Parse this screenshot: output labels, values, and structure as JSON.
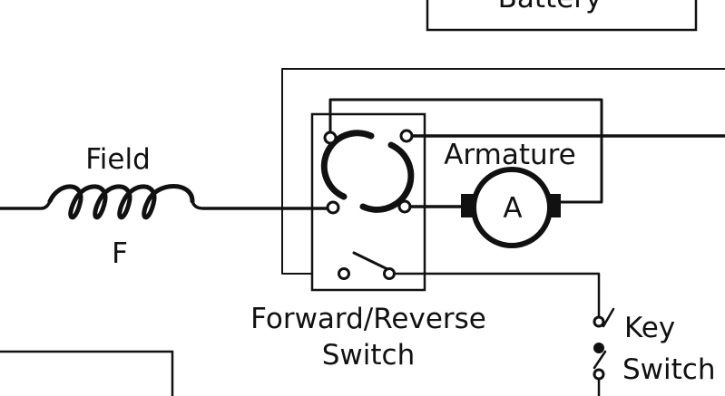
{
  "labels": {
    "battery": "Battery",
    "field": "Field",
    "field_symbol": "F",
    "armature": "Armature",
    "armature_symbol": "A",
    "switch_line1": "Forward/Reverse",
    "switch_line2": "Switch",
    "key_line1": "Key",
    "key_line2": "Switch"
  },
  "colors": {
    "ink": "#111111",
    "paper": "#ffffff"
  }
}
